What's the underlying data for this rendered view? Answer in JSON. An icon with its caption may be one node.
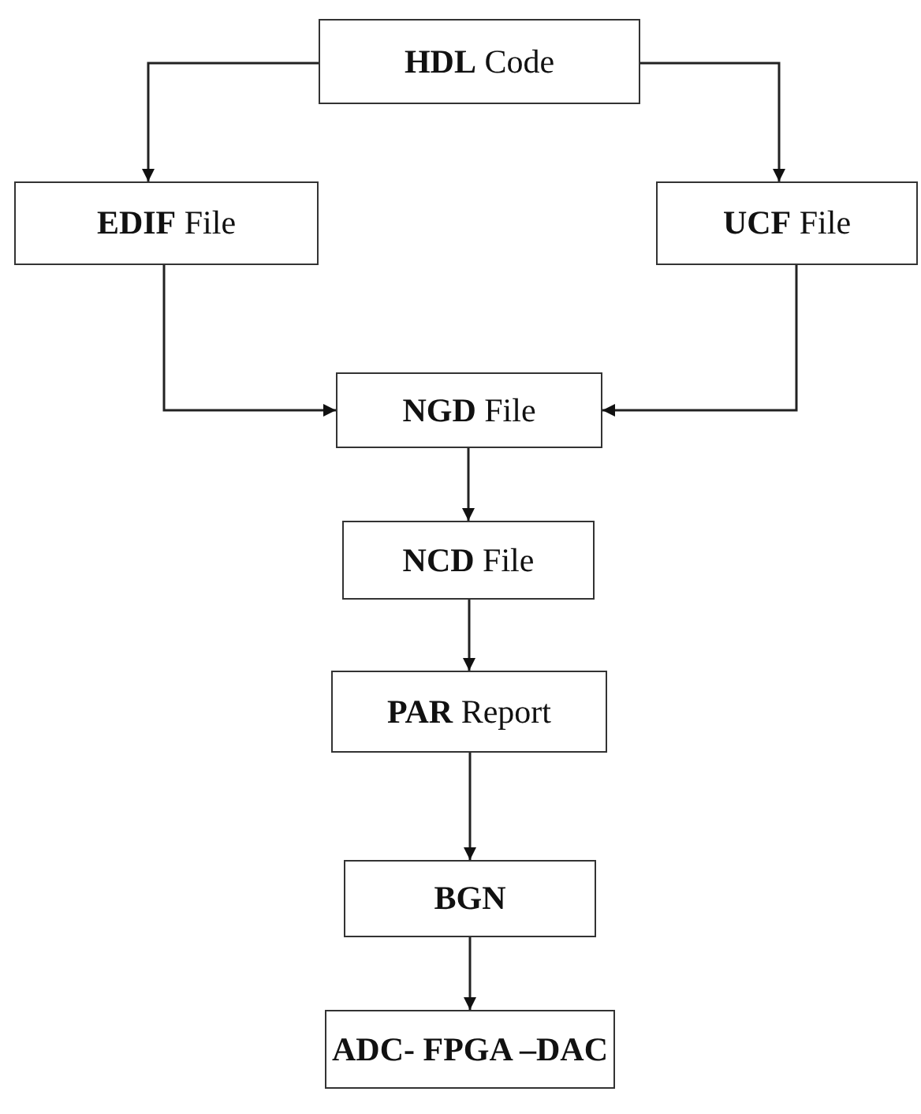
{
  "diagram": {
    "nodes": [
      {
        "text": [
          "**HDL** Code"
        ]
      },
      {
        "text": [
          "**EDIF** File"
        ]
      },
      {
        "text": [
          "**UCF** File"
        ]
      },
      {
        "text": [
          "**NGD** File"
        ]
      },
      {
        "text": [
          "**NCD** File"
        ]
      },
      {
        "text": [
          "**PAR** Report"
        ]
      },
      {
        "text": [
          "BGN"
        ]
      },
      {
        "text": [
          "ADC- FPGA –DAC"
        ]
      }
    ],
    "edges": [
      {
        "from": 0,
        "to": 1,
        "arrow": "to"
      },
      {
        "from": 0,
        "to": 2,
        "arrow": "to"
      },
      {
        "from": 1,
        "to": 3,
        "arrow": "to"
      },
      {
        "from": 2,
        "to": 3,
        "arrow": "to"
      },
      {
        "from": 3,
        "to": 4,
        "arrow": "to"
      },
      {
        "from": 4,
        "to": 5,
        "arrow": "to"
      },
      {
        "from": 5,
        "to": 6,
        "arrow": "to"
      },
      {
        "from": 6,
        "to": 7,
        "arrow": "to"
      }
    ]
  }
}
